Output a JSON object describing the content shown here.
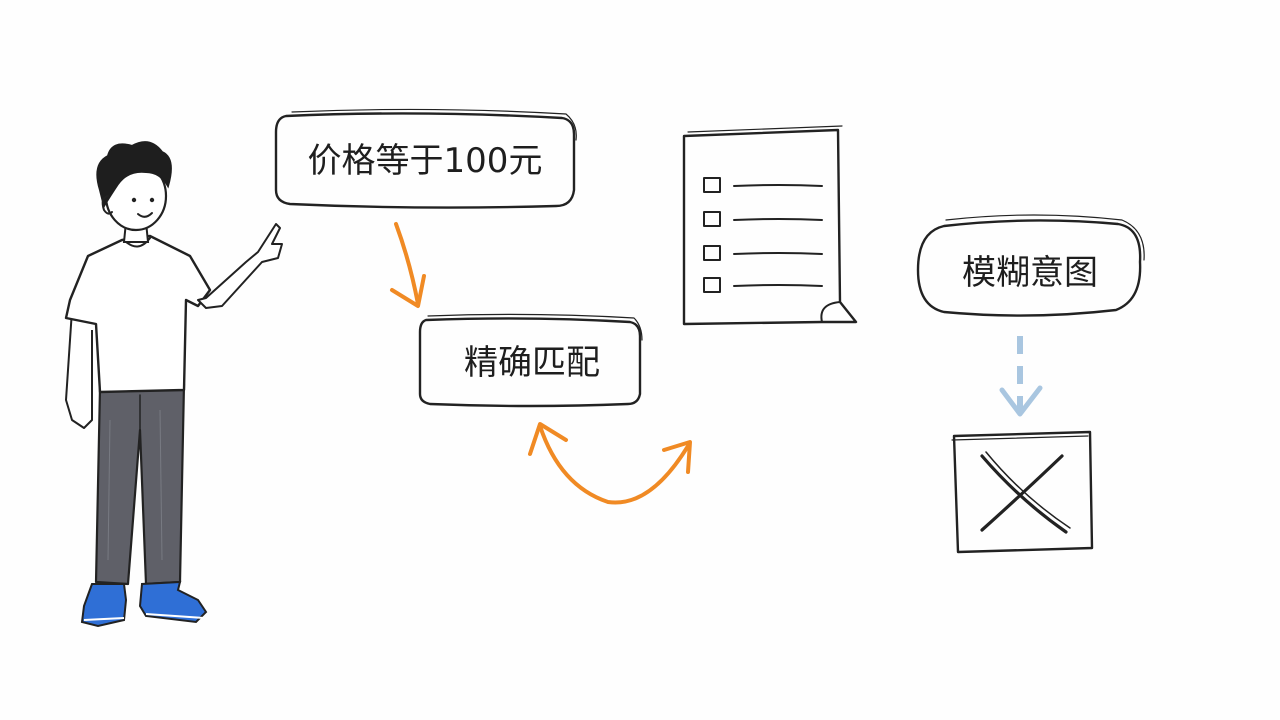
{
  "labels": {
    "price_condition": "价格等于100元",
    "exact_match": "精确匹配",
    "fuzzy_intent": "模糊意图"
  },
  "colors": {
    "ink": "#222222",
    "orange_arrow": "#f08a24",
    "blue_arrow": "#a9c6e0",
    "shirt": "#ffffff",
    "pants": "#5f6068",
    "shoes": "#2f6fd6",
    "skin": "#ffffff"
  },
  "icons": {
    "document": "checklist-document-icon",
    "reject": "x-mark-icon",
    "person": "person-pointing-illustration"
  }
}
